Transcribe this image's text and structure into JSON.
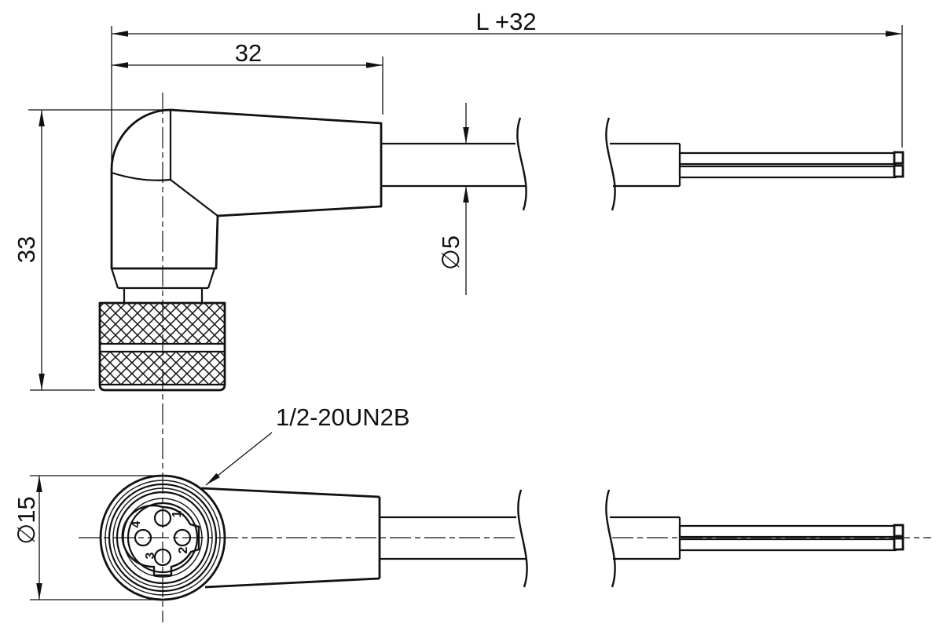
{
  "drawing": {
    "dimensions": {
      "overall_length": "L +32",
      "body_length": "32",
      "body_height": "33",
      "cable_diameter": "∅5",
      "face_diameter": "∅15"
    },
    "thread_spec": "1/2-20UN2B",
    "pin_labels": {
      "pin1": "1",
      "pin2": "2",
      "pin3": "3",
      "pin4": "4"
    },
    "colors": {
      "line": "#111111",
      "background": "#ffffff"
    }
  }
}
